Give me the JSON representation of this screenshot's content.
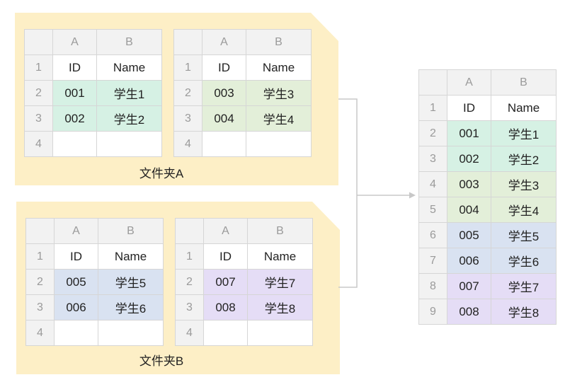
{
  "colors": {
    "folder_bg": "#fdefc6",
    "green": "#d6f1e4",
    "olive": "#e3efd9",
    "blue": "#d9e2f1",
    "purple": "#e5ddf6",
    "header_bg": "#f2f2f2",
    "border": "#d6d6d6"
  },
  "column_headers": [
    "A",
    "B"
  ],
  "folder_a": {
    "label": "文件夹A",
    "sheet1": {
      "row_numbers": [
        "1",
        "2",
        "3",
        "4"
      ],
      "rows": [
        [
          "ID",
          "Name"
        ],
        [
          "001",
          "学生1"
        ],
        [
          "002",
          "学生2"
        ],
        [
          "",
          ""
        ]
      ]
    },
    "sheet2": {
      "row_numbers": [
        "1",
        "2",
        "3",
        "4"
      ],
      "rows": [
        [
          "ID",
          "Name"
        ],
        [
          "003",
          "学生3"
        ],
        [
          "004",
          "学生4"
        ],
        [
          "",
          ""
        ]
      ]
    }
  },
  "folder_b": {
    "label": "文件夹B",
    "sheet1": {
      "row_numbers": [
        "1",
        "2",
        "3",
        "4"
      ],
      "rows": [
        [
          "ID",
          "Name"
        ],
        [
          "005",
          "学生5"
        ],
        [
          "006",
          "学生6"
        ],
        [
          "",
          ""
        ]
      ]
    },
    "sheet2": {
      "row_numbers": [
        "1",
        "2",
        "3",
        "4"
      ],
      "rows": [
        [
          "ID",
          "Name"
        ],
        [
          "007",
          "学生7"
        ],
        [
          "008",
          "学生8"
        ],
        [
          "",
          ""
        ]
      ]
    }
  },
  "merged": {
    "row_numbers": [
      "1",
      "2",
      "3",
      "4",
      "5",
      "6",
      "7",
      "8",
      "9"
    ],
    "rows": [
      [
        "ID",
        "Name"
      ],
      [
        "001",
        "学生1"
      ],
      [
        "002",
        "学生2"
      ],
      [
        "003",
        "学生3"
      ],
      [
        "004",
        "学生4"
      ],
      [
        "005",
        "学生5"
      ],
      [
        "006",
        "学生6"
      ],
      [
        "007",
        "学生7"
      ],
      [
        "008",
        "学生8"
      ]
    ]
  }
}
